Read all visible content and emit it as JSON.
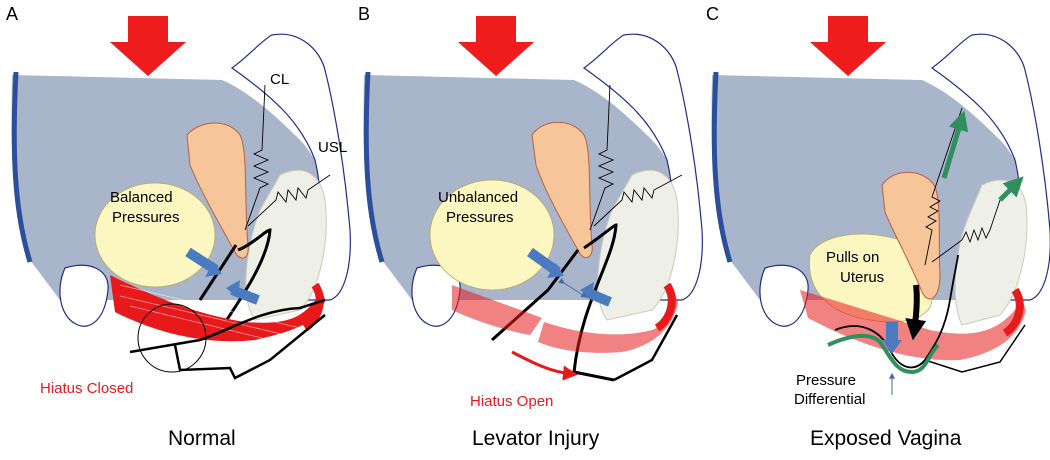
{
  "panels": [
    {
      "letter": "A",
      "caption": "Normal",
      "pressure_label_1": "Balanced",
      "pressure_label_2": "Pressures",
      "cl_label": "CL",
      "usl_label": "USL",
      "hiatus_label": "Hiatus Closed"
    },
    {
      "letter": "B",
      "caption": "Levator Injury",
      "pressure_label_1": "Unbalanced",
      "pressure_label_2": "Pressures",
      "hiatus_label": "Hiatus Open"
    },
    {
      "letter": "C",
      "caption": "Exposed Vagina",
      "uterus_label_1": "Pulls on",
      "uterus_label_2": "Uterus",
      "differential_label_1": "Pressure",
      "differential_label_2": "Differential"
    }
  ],
  "colors": {
    "abdomen": "#a9b5cb",
    "spine": "#2b4f9a",
    "bladder": "#fcf6c0",
    "uterus": "#f6c59a",
    "rectum": "#eef0e8",
    "levator": "#e8191b",
    "arrow_down": "#ee1c1c",
    "push_arrow": "#4a7ac0",
    "ligament_pull": "#2f8f5f"
  }
}
